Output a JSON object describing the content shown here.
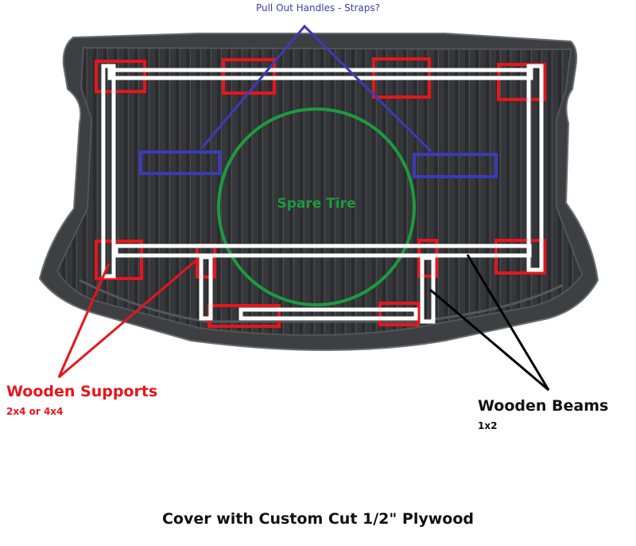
{
  "labels": {
    "handles": "Pull Out Handles - Straps?",
    "supports": "Wooden Supports",
    "supports_sub": "2x4 or 4x4",
    "beams": "Wooden Beams",
    "beams_sub": "1x2",
    "spare_tire": "Spare Tire",
    "caption": "Cover with Custom Cut 1/2\" Plywood"
  },
  "colors": {
    "supports": "#e8151b",
    "handles": "#3b3bb8",
    "spare_tire": "#1e9a3e",
    "beams": "#ffffff",
    "beams_pointer": "#000000",
    "tray": "#3d3f42"
  }
}
